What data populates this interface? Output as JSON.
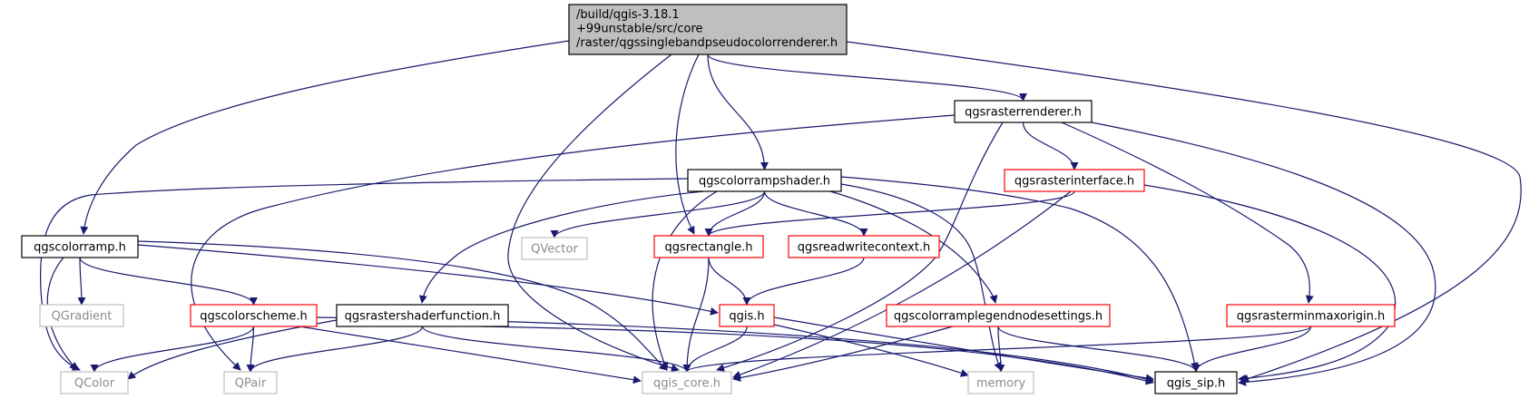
{
  "colors": {
    "edge": "#191970",
    "root_fill": "#bfbfbf",
    "border_black": "#000000",
    "border_red": "#ff0000",
    "border_gray": "#bfbfbf",
    "text_normal": "#000000",
    "text_gray": "#8c8c8c"
  },
  "nodes": [
    {
      "id": "root",
      "lines": [
        "/build/qgis-3.18.1",
        "+99unstable/src/core",
        "/raster/qgssinglebandpseudocolorrenderer.h"
      ],
      "style": "root"
    },
    {
      "id": "qgsrasterrenderer",
      "lines": [
        "qgsrasterrenderer.h"
      ],
      "style": "black"
    },
    {
      "id": "qgscolorrampshader",
      "lines": [
        "qgscolorrampshader.h"
      ],
      "style": "black"
    },
    {
      "id": "qgsrasterinterface",
      "lines": [
        "qgsrasterinterface.h"
      ],
      "style": "red"
    },
    {
      "id": "qgscolorramp",
      "lines": [
        "qgscolorramp.h"
      ],
      "style": "black"
    },
    {
      "id": "qvector",
      "lines": [
        "QVector"
      ],
      "style": "gray"
    },
    {
      "id": "qgsrectangle",
      "lines": [
        "qgsrectangle.h"
      ],
      "style": "red"
    },
    {
      "id": "qgsreadwritecontext",
      "lines": [
        "qgsreadwritecontext.h"
      ],
      "style": "red"
    },
    {
      "id": "qgradient",
      "lines": [
        "QGradient"
      ],
      "style": "gray"
    },
    {
      "id": "qgscolorscheme",
      "lines": [
        "qgscolorscheme.h"
      ],
      "style": "red"
    },
    {
      "id": "qgsrastershaderfunction",
      "lines": [
        "qgsrastershaderfunction.h"
      ],
      "style": "black"
    },
    {
      "id": "qgis",
      "lines": [
        "qgis.h"
      ],
      "style": "red"
    },
    {
      "id": "qgscolorramplegendnodesettings",
      "lines": [
        "qgscolorramplegendnodesettings.h"
      ],
      "style": "red"
    },
    {
      "id": "qgsrasterminmaxorigin",
      "lines": [
        "qgsrasterminmaxorigin.h"
      ],
      "style": "red"
    },
    {
      "id": "qcolor",
      "lines": [
        "QColor"
      ],
      "style": "gray"
    },
    {
      "id": "qpair",
      "lines": [
        "QPair"
      ],
      "style": "gray"
    },
    {
      "id": "qgis_core",
      "lines": [
        "qgis_core.h"
      ],
      "style": "gray"
    },
    {
      "id": "memory",
      "lines": [
        "memory"
      ],
      "style": "gray"
    },
    {
      "id": "qgis_sip",
      "lines": [
        "qgis_sip.h"
      ],
      "style": "black"
    }
  ],
  "edges": [
    [
      "root",
      "qgsrasterrenderer"
    ],
    [
      "root",
      "qgscolorrampshader"
    ],
    [
      "root",
      "qgscolorramp"
    ],
    [
      "root",
      "qgsrectangle"
    ],
    [
      "root",
      "qgis_core"
    ],
    [
      "root",
      "qgis_sip"
    ],
    [
      "qgsrasterrenderer",
      "qgsrasterinterface"
    ],
    [
      "qgsrasterrenderer",
      "qpair"
    ],
    [
      "qgsrasterrenderer",
      "qgis_core"
    ],
    [
      "qgsrasterrenderer",
      "qgsrasterminmaxorigin"
    ],
    [
      "qgsrasterrenderer",
      "qgis_sip"
    ],
    [
      "qgscolorrampshader",
      "qcolor"
    ],
    [
      "qgscolorrampshader",
      "qvector"
    ],
    [
      "qgscolorrampshader",
      "qgsrectangle"
    ],
    [
      "qgscolorrampshader",
      "qgsreadwritecontext"
    ],
    [
      "qgscolorrampshader",
      "qgsrastershaderfunction"
    ],
    [
      "qgscolorrampshader",
      "qgis_core"
    ],
    [
      "qgscolorrampshader",
      "qgscolorramplegendnodesettings"
    ],
    [
      "qgscolorrampshader",
      "memory"
    ],
    [
      "qgscolorrampshader",
      "qgis_sip"
    ],
    [
      "qgsrasterinterface",
      "qgsrectangle"
    ],
    [
      "qgsrasterinterface",
      "qgis_core"
    ],
    [
      "qgsrasterinterface",
      "qgis_sip"
    ],
    [
      "qgscolorramp",
      "qgradient"
    ],
    [
      "qgscolorramp",
      "qcolor"
    ],
    [
      "qgscolorramp",
      "qgscolorscheme"
    ],
    [
      "qgscolorramp",
      "qgis"
    ],
    [
      "qgscolorramp",
      "qgis_core"
    ],
    [
      "qgsrectangle",
      "qgis"
    ],
    [
      "qgsrectangle",
      "qgis_core"
    ],
    [
      "qgsreadwritecontext",
      "qgis"
    ],
    [
      "qgscolorscheme",
      "qcolor"
    ],
    [
      "qgscolorscheme",
      "qpair"
    ],
    [
      "qgscolorscheme",
      "qgis_core"
    ],
    [
      "qgscolorscheme",
      "qgis_sip"
    ],
    [
      "qgsrastershaderfunction",
      "qcolor"
    ],
    [
      "qgsrastershaderfunction",
      "qpair"
    ],
    [
      "qgsrastershaderfunction",
      "qgis_core"
    ],
    [
      "qgsrastershaderfunction",
      "qgis_sip"
    ],
    [
      "qgis",
      "qgis_core"
    ],
    [
      "qgis",
      "memory"
    ],
    [
      "qgis",
      "qgis_sip"
    ],
    [
      "qgscolorramplegendnodesettings",
      "qgis_core"
    ],
    [
      "qgscolorramplegendnodesettings",
      "memory"
    ],
    [
      "qgscolorramplegendnodesettings",
      "qgis_sip"
    ],
    [
      "qgsrasterminmaxorigin",
      "qgis_core"
    ],
    [
      "qgsrasterminmaxorigin",
      "qgis_sip"
    ]
  ]
}
